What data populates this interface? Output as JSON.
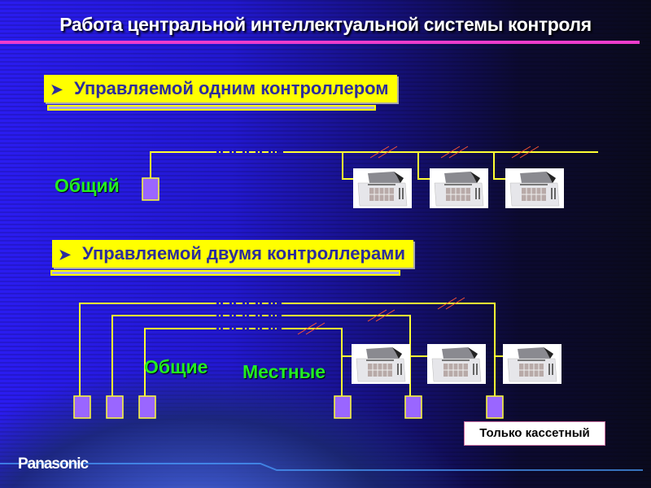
{
  "title": "Работа центральной интеллектуальной системы контроля",
  "section1": {
    "heading": "Управляемой одним контроллером",
    "label": "Общий"
  },
  "section2": {
    "heading": "Управляемой двумя контроллерами",
    "label_common": "Общие",
    "label_local": "Местные",
    "note": "Только кассетный"
  },
  "logo": "Panasonic",
  "colors": {
    "wire": "#ffff33",
    "controller": "#9a66ff",
    "heading_bg": "#ffff00",
    "label": "#22ee22",
    "accent_rule": "#ee3ccc"
  }
}
